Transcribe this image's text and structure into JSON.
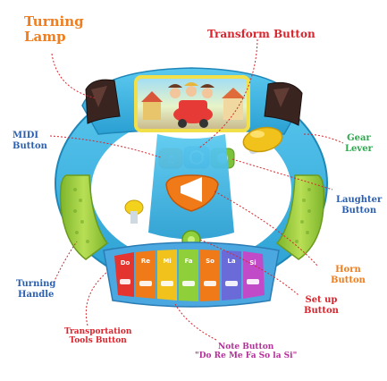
{
  "labels": {
    "turning_lamp": [
      "Turning",
      "Lamp"
    ],
    "transform_button": "Transform Button",
    "midi_button": [
      "MIDI",
      "Button"
    ],
    "gear_lever": [
      "Gear",
      "Lever"
    ],
    "laughter_button": [
      "Laughter",
      "Button"
    ],
    "horn_button": [
      "Horn",
      "Button"
    ],
    "setup_button": [
      "Set up",
      "Button"
    ],
    "turning_handle": [
      "Turning",
      "Handle"
    ],
    "transportation_tools_button": [
      "Transportation",
      "Tools Button"
    ],
    "note_button": [
      "Note Button",
      "\"Do Re Me Fa So la Si\""
    ]
  },
  "keys": [
    "Do",
    "Re",
    "Mi",
    "Fa",
    "So",
    "La",
    "Si"
  ],
  "colors": {
    "orange_label": "#f07e1e",
    "red_label": "#d8262e",
    "blue_label": "#2c5fae",
    "green_label": "#2fa84f",
    "purple_label": "#b5309a",
    "wheel_blue": "#3fb6e3",
    "grip_green": "#9ccc3a"
  }
}
